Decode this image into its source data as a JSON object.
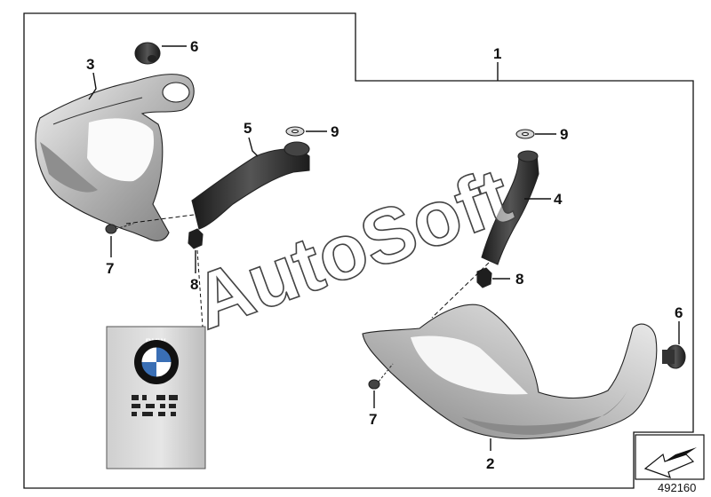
{
  "diagram": {
    "watermark": "AutoSoft",
    "figure_number": "492160",
    "manual_brand": "BMW",
    "callouts": [
      {
        "id": "c1",
        "label": "1"
      },
      {
        "id": "c2",
        "label": "2"
      },
      {
        "id": "c3",
        "label": "3"
      },
      {
        "id": "c4",
        "label": "4"
      },
      {
        "id": "c5",
        "label": "5"
      },
      {
        "id": "c6a",
        "label": "6"
      },
      {
        "id": "c6b",
        "label": "6"
      },
      {
        "id": "c7a",
        "label": "7"
      },
      {
        "id": "c7b",
        "label": "7"
      },
      {
        "id": "c8a",
        "label": "8"
      },
      {
        "id": "c8b",
        "label": "8"
      },
      {
        "id": "c9a",
        "label": "9"
      },
      {
        "id": "c9b",
        "label": "9"
      }
    ]
  }
}
